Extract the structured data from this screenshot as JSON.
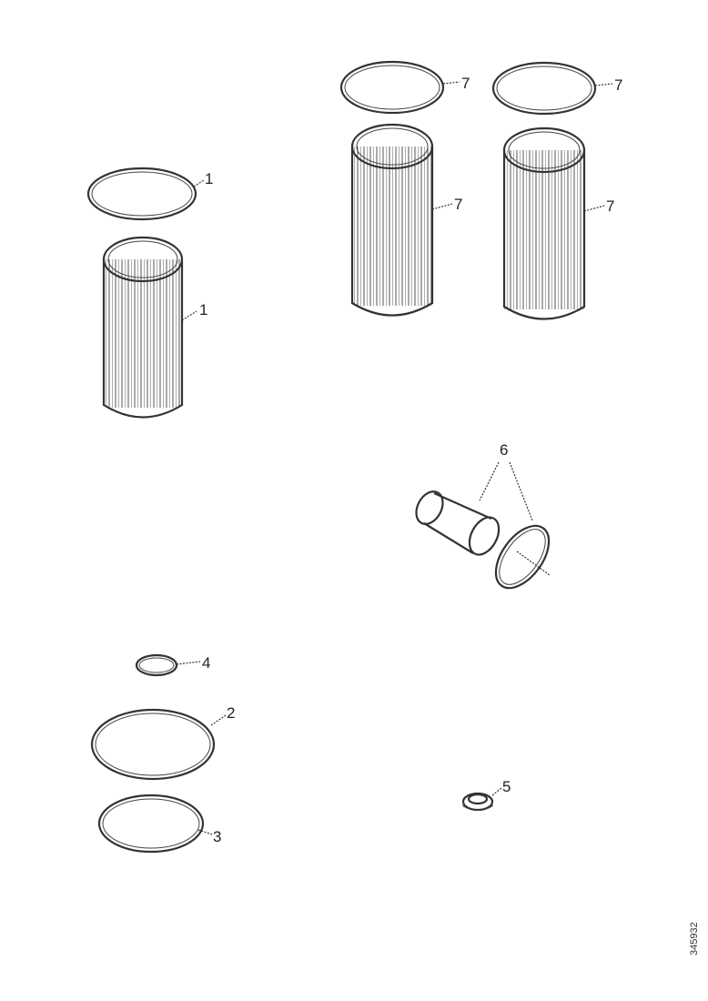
{
  "callouts": {
    "filter_left_seal": "1",
    "filter_left_element": "1",
    "ring_small": "4",
    "ring_large": "2",
    "ring_medium": "3",
    "seal_top_a": "7",
    "seal_top_b": "7",
    "element_a": "7",
    "element_b": "7",
    "kit_6": "6",
    "plug_5": "5"
  },
  "drawing_number": "345932",
  "colors": {
    "line": "#333333",
    "background": "#ffffff"
  }
}
